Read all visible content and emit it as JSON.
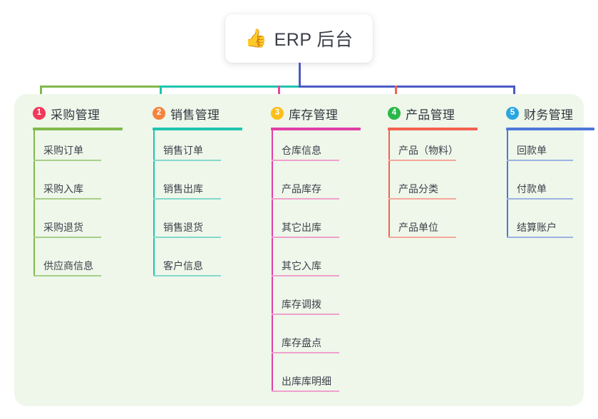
{
  "root": {
    "icon": "thumbs-up-icon",
    "emoji": "👍",
    "title": "ERP 后台"
  },
  "theme": {
    "canvas_bg": "#ffffff",
    "panel_bg": "#eef7ea",
    "card_bg": "#ffffff",
    "text_color": "#3d424b",
    "stem_color": "#4c5ac4",
    "bus_segment_1": "#7fb94c",
    "bus_segment_2": "#1fc4ae",
    "bus_segment_3": "#4c5ac4"
  },
  "columns": [
    {
      "number": "1",
      "title": "采购管理",
      "badge_color": "#f0395b",
      "rule_color": "#7fb94c",
      "line_color": "#7fb94c",
      "item_rule_color": "#a8cf8a",
      "drop_color": "#7fb94c",
      "items": [
        {
          "label": "采购订单"
        },
        {
          "label": "采购入库"
        },
        {
          "label": "采购退货"
        },
        {
          "label": "供应商信息"
        }
      ]
    },
    {
      "number": "2",
      "title": "销售管理",
      "badge_color": "#f5833f",
      "rule_color": "#1fc4ae",
      "line_color": "#1fc4ae",
      "item_rule_color": "#84d8cc",
      "drop_color": "#1fc4ae",
      "items": [
        {
          "label": "销售订单"
        },
        {
          "label": "销售出库"
        },
        {
          "label": "销售退货"
        },
        {
          "label": "客户信息"
        }
      ]
    },
    {
      "number": "3",
      "title": "库存管理",
      "badge_color": "#fbbe1b",
      "rule_color": "#e23fa6",
      "line_color": "#e23fa6",
      "item_rule_color": "#f0a0cd",
      "drop_color": "#e8459f",
      "items": [
        {
          "label": "仓库信息"
        },
        {
          "label": "产品库存"
        },
        {
          "label": "其它出库"
        },
        {
          "label": "其它入库"
        },
        {
          "label": "库存调拨"
        },
        {
          "label": "库存盘点"
        },
        {
          "label": "出库库明细"
        }
      ]
    },
    {
      "number": "4",
      "title": "产品管理",
      "badge_color": "#2bb84a",
      "rule_color": "#f4604f",
      "line_color": "#f4604f",
      "item_rule_color": "#f7a79b",
      "drop_color": "#f4604f",
      "items": [
        {
          "label": "产品（物料）"
        },
        {
          "label": "产品分类"
        },
        {
          "label": "产品单位"
        }
      ]
    },
    {
      "number": "5",
      "title": "财务管理",
      "badge_color": "#2ba6e0",
      "rule_color": "#4c77d8",
      "line_color": "#4c77d8",
      "item_rule_color": "#9cb3e0",
      "drop_color": "#4c5ac4",
      "items": [
        {
          "label": "回款单"
        },
        {
          "label": "付款单"
        },
        {
          "label": "结算账户"
        }
      ]
    }
  ]
}
